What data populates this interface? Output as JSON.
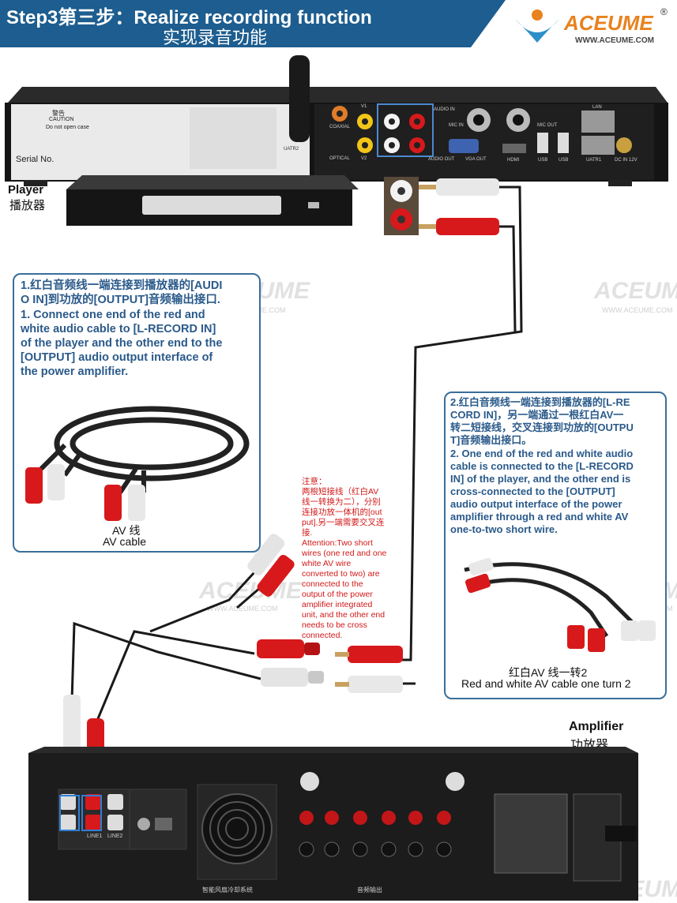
{
  "header": {
    "title": "Step3第三步：Realize recording function",
    "subtitle": "实现录音功能",
    "logo_text": "ACEUME",
    "logo_registered": "®",
    "logo_url": "WWW.ACEUME.COM",
    "banner_color": "#1d5d8f"
  },
  "watermark": {
    "text": "ACEUME",
    "url": "WWW.ACEUME.COM"
  },
  "player": {
    "label_en": "Player",
    "label_zh": "播放器",
    "serial_label": "Serial No.",
    "warning_title": "警告",
    "warning_en": "CAUTION",
    "warning_body": "Do not open case",
    "ports": {
      "coaxial": "COAXIAL",
      "optical": "OPTICAL",
      "v1": "V1",
      "v2": "V2",
      "audio_in": "AUDIO IN",
      "audio_out": "AUDIO OUT",
      "vga_out": "VGA OUT",
      "hdmi": "HDMI",
      "usb1": "USB",
      "usb2": "USB",
      "lan": "LAN",
      "mic_in": "MIC IN",
      "mic_out": "MIC OUT",
      "uatr1": "UATR1",
      "uatr2": "UATR2",
      "dc": "DC IN 12V"
    }
  },
  "callout1": {
    "zh_line1": "1.红白音频线一端连接到播放器的[AUDI",
    "zh_line2": "O IN]到功放的[OUTPUT]音频输出接口.",
    "en_line1": "1. Connect one end of the red and",
    "en_line2": "white audio cable to [L-RECORD IN]",
    "en_line3": "of the player and the other end to the",
    "en_line4": "[OUTPUT] audio output interface of",
    "en_line5": "the power amplifier.",
    "caption_zh": "AV 线",
    "caption_en": "AV cable"
  },
  "callout2": {
    "zh_line1": "2.红白音频线一端连接到播放器的[L-RE",
    "zh_line2": "CORD IN]，另一端通过一根红白AV一",
    "zh_line3": "转二短接线，交叉连接到功放的[OUTPU",
    "zh_line4": "T]音频输出接口。",
    "en_line1": "2. One end of the red and white audio",
    "en_line2": "cable is connected to the [L-RECORD",
    "en_line3": "IN] of the player, and the other end is",
    "en_line4": "cross-connected to the [OUTPUT]",
    "en_line5": "audio output interface of the power",
    "en_line6": "amplifier through a red and white AV",
    "en_line7": "one-to-two short wire.",
    "caption_zh": "红白AV 线一转2",
    "caption_en": "Red and white AV cable one turn 2"
  },
  "note": {
    "zh_line1": "注意：",
    "zh_line2": "两根短接线（红白AV",
    "zh_line3": "线一转换为二），分别",
    "zh_line4": "连接功放一体机的[out",
    "zh_line5": "put],另一端需要交叉连",
    "zh_line6": "接.",
    "en_line1": "Attention:Two short",
    "en_line2": "wires (one red and one",
    "en_line3": "white AV wire",
    "en_line4": "converted to two) are",
    "en_line5": "connected to the",
    "en_line6": "output of the power",
    "en_line7": "amplifier integrated",
    "en_line8": "unit, and the other end",
    "en_line9": "needs to be cross",
    "en_line10": "connected."
  },
  "amplifier": {
    "label_en": "Amplifier",
    "label_zh": "功放器",
    "fan_label": "智能风扇冷却系统",
    "speaker_label": "音频输出",
    "line1": "LINE1",
    "line2": "LINE2"
  },
  "colors": {
    "callout_border": "#3a6e9a",
    "callout_text": "#2a5a8a",
    "note_text": "#d21818",
    "rca_red": "#d7191b",
    "rca_white": "#e8e8e8",
    "cable_black": "#1a1a1a"
  }
}
